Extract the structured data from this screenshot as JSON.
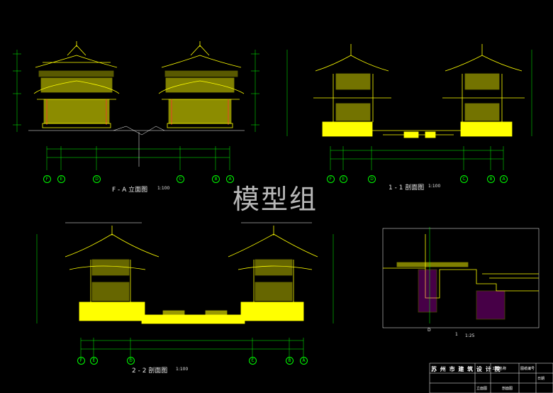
{
  "watermark": "模型组",
  "colors": {
    "background": "#000000",
    "building": "#ffff00",
    "dimension": "#00ff00",
    "axis": "#00ff00",
    "text": "#ffffff",
    "accent": "#ff3030",
    "hatch": "#ff00ff"
  },
  "views": {
    "elevation": {
      "title": "F - A 立面图",
      "scale": "1:100",
      "axes": [
        "F",
        "E",
        "D",
        "C",
        "B",
        "A"
      ]
    },
    "section1": {
      "title": "1 - 1 剖面图",
      "scale": "1:100",
      "axes": [
        "F",
        "E",
        "D",
        "C",
        "B",
        "A"
      ]
    },
    "section2": {
      "title": "2 - 2 剖面图",
      "scale": "1:100",
      "axes": [
        "F",
        "E",
        "D",
        "C",
        "B",
        "A"
      ]
    },
    "detail": {
      "title": "1",
      "scale": "1:25",
      "axis": "D"
    }
  },
  "title_block": {
    "company": "苏 州 市 建 筑 设 计 院",
    "cells": [
      "工程名称",
      "图纸编号",
      "立面图",
      "剖面图",
      "日期"
    ]
  }
}
